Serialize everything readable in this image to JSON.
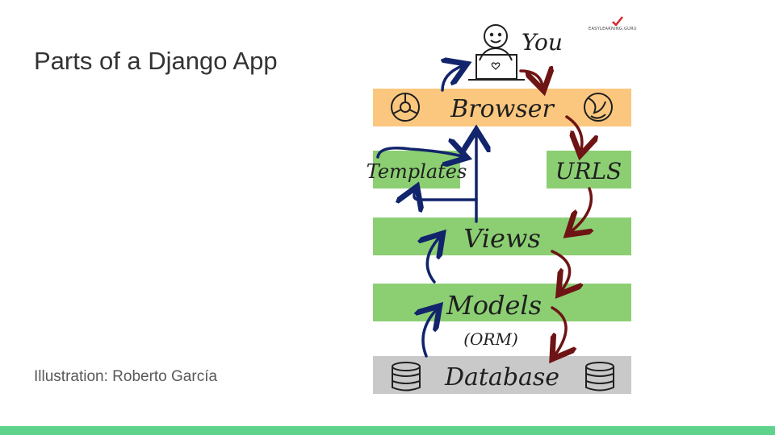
{
  "slide": {
    "title": "Parts of a Django App",
    "credit": "Illustration: Roberto García"
  },
  "logo": {
    "text": "EASYLEARNING.GURU"
  },
  "diagram": {
    "user_label": "You",
    "browser": "Browser",
    "templates": "Templates",
    "urls": "URLS",
    "views": "Views",
    "models": "Models",
    "orm": "(ORM)",
    "database": "Database"
  },
  "colors": {
    "browser_box": "#fbc77f",
    "green_box": "#8ccf73",
    "database_box": "#c9c9c9",
    "request_arrow": "#6e1414",
    "response_arrow": "#12246b",
    "bottom_bar": "#5fd38c",
    "logo_check": "#d9262c"
  }
}
